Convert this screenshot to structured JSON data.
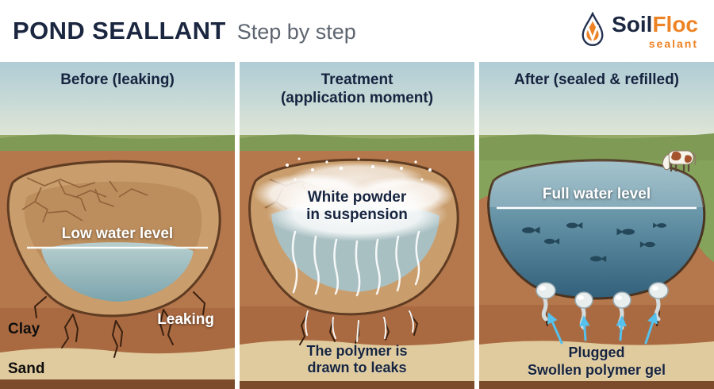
{
  "header": {
    "title": "POND SEALLANT",
    "subtitle": "Step by step",
    "logo": {
      "brand_soil": "Soil",
      "brand_floc": "Floc",
      "tagline": "sealant"
    }
  },
  "panels": {
    "before": {
      "title": "Before (leaking)",
      "labels": {
        "water_level": "Low water level",
        "leaking": "Leaking",
        "clay": "Clay",
        "sand": "Sand"
      }
    },
    "treatment": {
      "title_line1": "Treatment",
      "title_line2": "(application moment)",
      "labels": {
        "suspension_line1": "White powder",
        "suspension_line2": "in suspension",
        "polymer_line1": "The polymer is",
        "polymer_line2": "drawn to leaks"
      }
    },
    "after": {
      "title": "After (sealed & refilled)",
      "labels": {
        "water_level": "Full water level",
        "plugged": "Plugged",
        "swollen_gel": "Swollen polymer gel"
      }
    }
  },
  "colors": {
    "navy_text": "#1b2740",
    "brand_orange": "#ee8326",
    "arrow_blue": "#55c1ec",
    "sky": "#afccd6",
    "grass": "#7e9a55",
    "soil_brown": "#b5774c",
    "dry_bank": "#c99d6c",
    "clay": "#aa6a41",
    "sand": "#e0cb9e",
    "water_low": "#8fb4bb",
    "water_full": "#32607b",
    "white": "#ffffff"
  }
}
